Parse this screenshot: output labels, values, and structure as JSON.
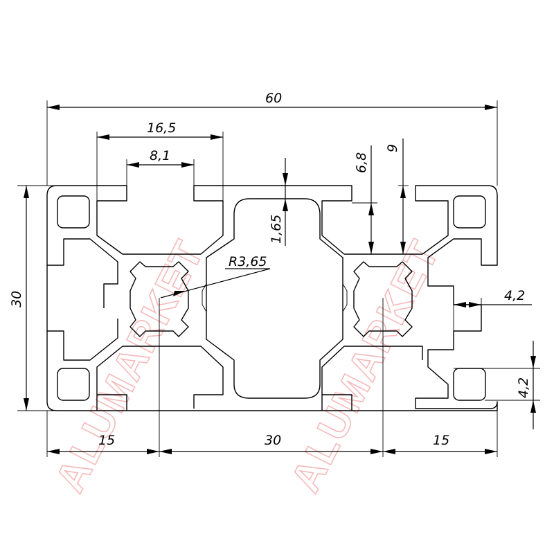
{
  "watermark": {
    "text": "ALUMARKET",
    "color": "#f08080"
  },
  "dimensions": {
    "overall_width": "60",
    "overall_height": "30",
    "slot_outer_width": "16,5",
    "slot_opening": "8,1",
    "wall_thickness": "1,65",
    "slot_depth_inner": "6,8",
    "slot_depth_outer": "9",
    "core_radius": "R3,65",
    "small_groove_width": "4,2",
    "small_groove_height": "4,2",
    "left_to_center": "15",
    "center_to_center": "30",
    "center_to_right": "15"
  },
  "colors": {
    "line": "#000000",
    "background": "#ffffff"
  }
}
